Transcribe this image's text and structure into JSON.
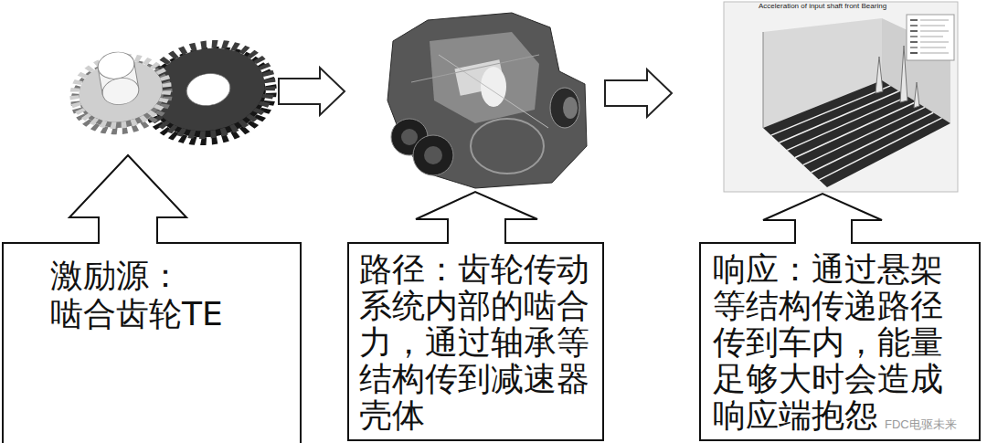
{
  "diagram": {
    "nodes": [
      {
        "text": [
          "激励源：",
          "啮合齿轮TE"
        ]
      },
      {
        "text": [
          "路径：齿轮传动系统内部的啮合力，通过轴承等结构传到减速器壳体"
        ]
      },
      {
        "text": [
          "响应：通过悬架等结构传递路径传到车内，能量足够大时会造成响应端抱怨"
        ]
      }
    ],
    "labels": [
      "Acceleration of input shaft front Bearing",
      "FDC电驱未来"
    ]
  }
}
